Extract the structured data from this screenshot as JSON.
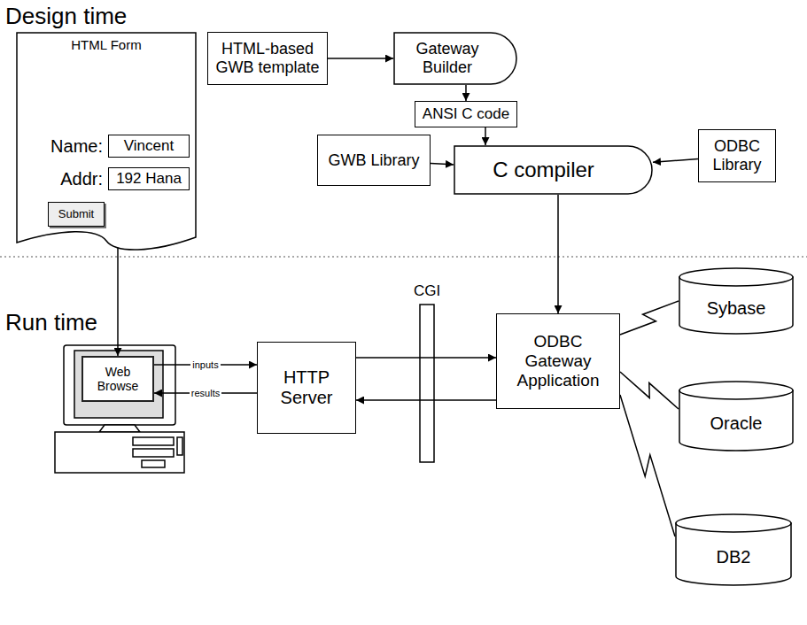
{
  "diagram": {
    "nodes": [
      {
        "text": [
          "HTML Form",
          "Name:",
          "Addr:"
        ]
      },
      {
        "text": [
          "Vincent"
        ],
        "in": 0
      },
      {
        "text": [
          "192 Hana"
        ],
        "in": 0
      },
      {
        "text": [
          "Submit"
        ],
        "in": 0
      },
      {
        "text": [
          "HTML-based GWB template"
        ]
      },
      {
        "text": [
          "Gateway Builder"
        ]
      },
      {
        "text": [
          "ANSI C code"
        ]
      },
      {
        "text": [
          "GWB Library"
        ]
      },
      {
        "text": [
          "C compiler"
        ]
      },
      {
        "text": [
          "ODBC Library"
        ]
      },
      {
        "text": [
          "Web Browse"
        ]
      },
      {
        "text": [
          "HTTP Server"
        ]
      },
      {
        "text": [
          "ODBC Gateway Application"
        ]
      },
      {
        "text": [
          "Sybase"
        ]
      },
      {
        "text": [
          "Oracle"
        ]
      },
      {
        "text": [
          "DB2"
        ]
      }
    ],
    "edges": [
      {
        "from": 4,
        "to": 5,
        "arrow": "to"
      },
      {
        "from": 5,
        "to": 6,
        "arrow": "to"
      },
      {
        "from": 6,
        "to": 8,
        "arrow": "to"
      },
      {
        "from": 7,
        "to": 8,
        "arrow": "to"
      },
      {
        "from": 9,
        "to": 8,
        "arrow": "to"
      },
      {
        "from": 8,
        "to": 12,
        "arrow": "to"
      },
      {
        "from": 0,
        "to": 10,
        "arrow": "to"
      },
      {
        "from": 10,
        "to": 11,
        "label": "inputs",
        "arrow": "to"
      },
      {
        "from": 11,
        "to": 10,
        "label": "results",
        "arrow": "to"
      },
      {
        "from": 11,
        "to": 12,
        "arrow": "to"
      },
      {
        "from": 12,
        "to": 11,
        "arrow": "to"
      },
      {
        "from": 12,
        "to": 13,
        "arrow": "none"
      },
      {
        "from": 12,
        "to": 14,
        "arrow": "none"
      },
      {
        "from": 12,
        "to": 15,
        "arrow": "none"
      }
    ],
    "labels": [
      "Design time",
      "Run time",
      "CGI"
    ]
  }
}
